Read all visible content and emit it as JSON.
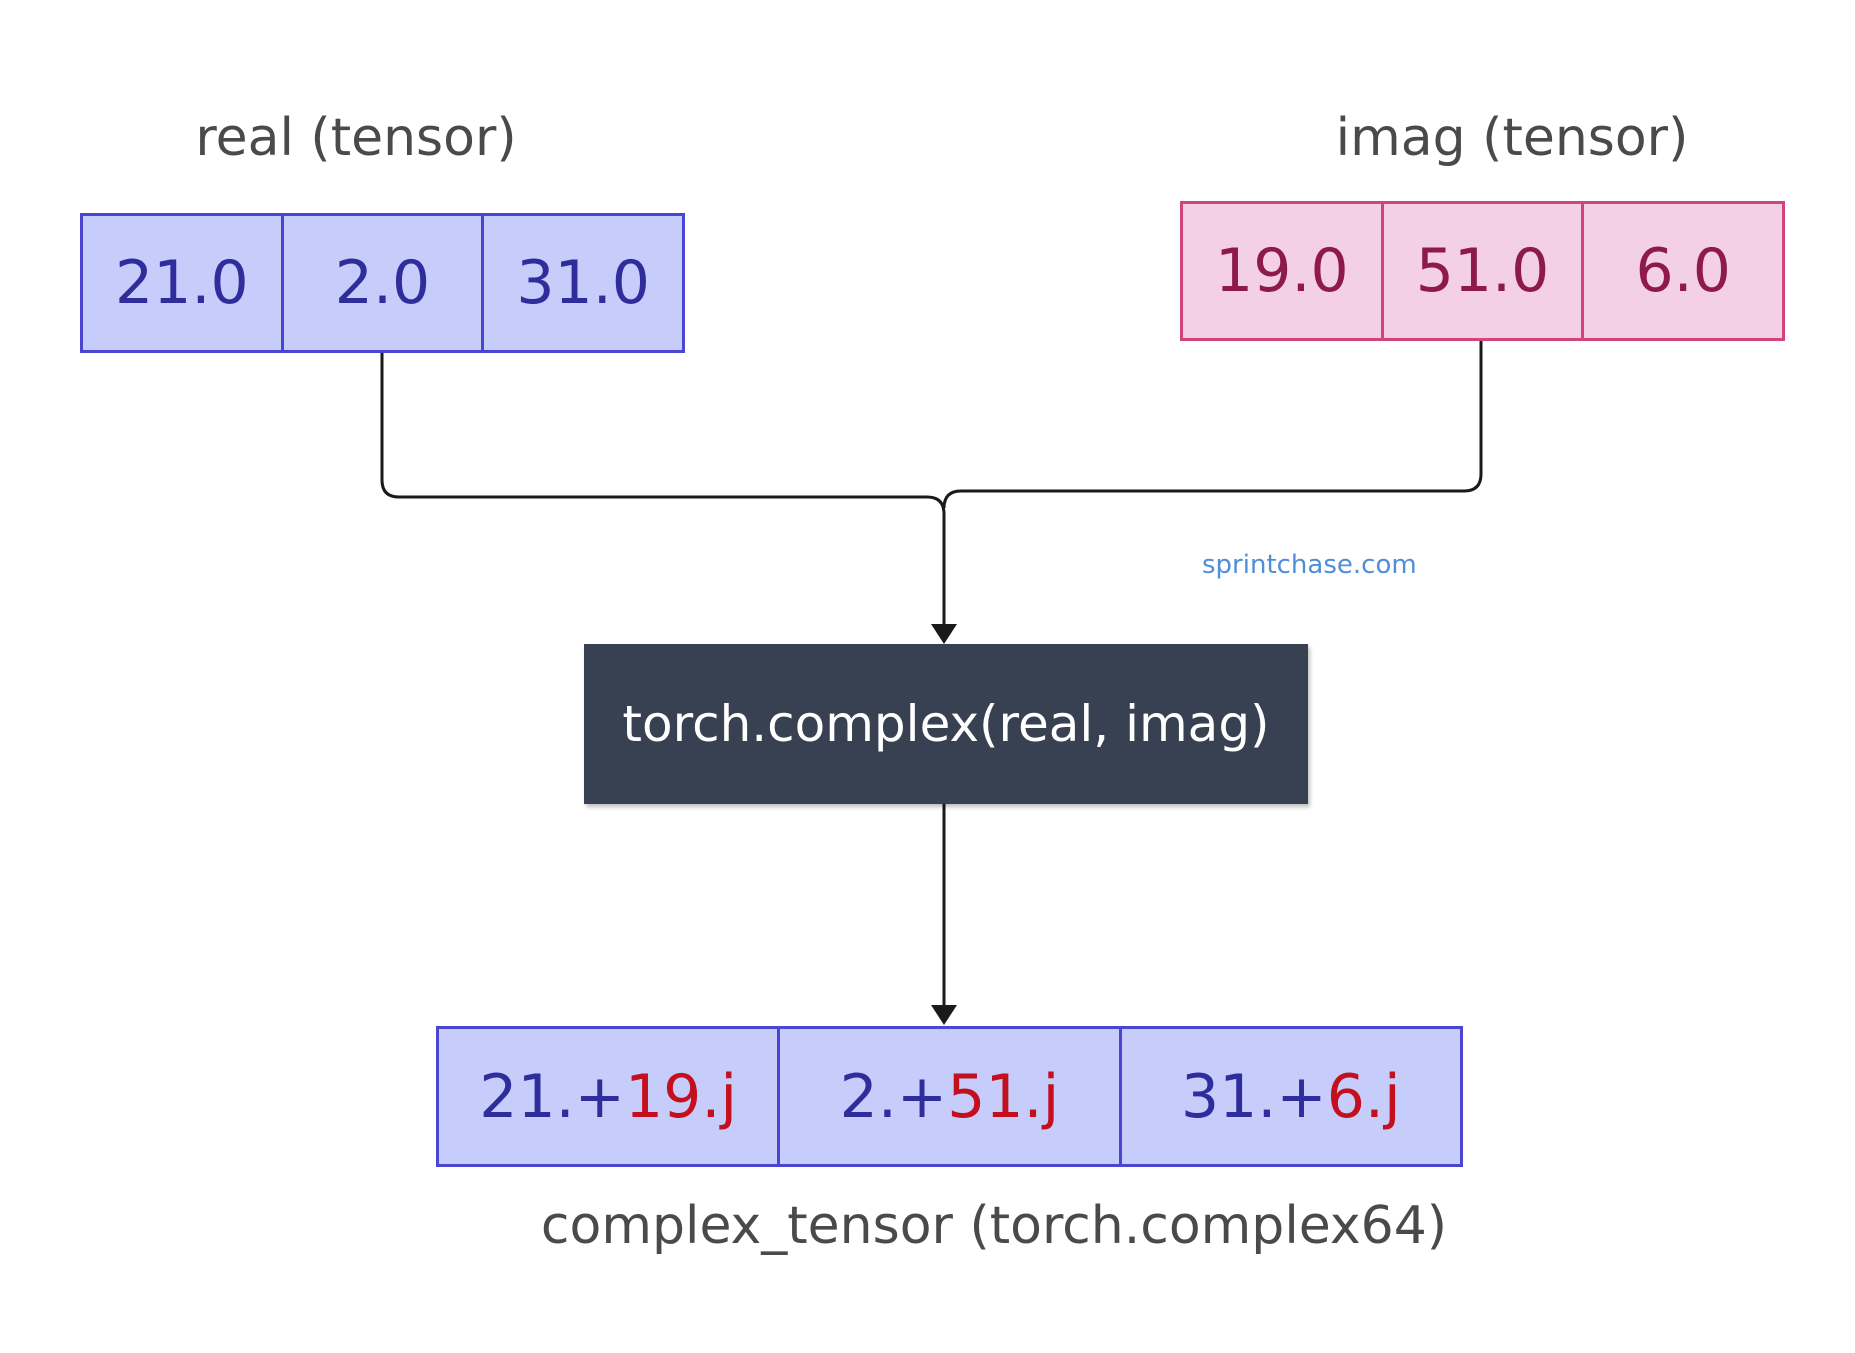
{
  "real": {
    "label": "real (tensor)",
    "values": [
      "21.0",
      "2.0",
      "31.0"
    ]
  },
  "imag": {
    "label": "imag (tensor)",
    "values": [
      "19.0",
      "51.0",
      "6.0"
    ]
  },
  "operation": {
    "label": "torch.complex(real, imag)"
  },
  "result": {
    "label": "complex_tensor (torch.complex64)",
    "cells": [
      {
        "real": "21.+",
        "imag": "19.j"
      },
      {
        "real": "2.+",
        "imag": "51.j"
      },
      {
        "real": "31.+",
        "imag": "6.j"
      }
    ]
  },
  "watermark": "sprintchase.com",
  "colors": {
    "real_fill": "#c6cdfa",
    "real_stroke": "#4b45d4",
    "real_text": "#2f2c9c",
    "imag_fill": "#f3d0e5",
    "imag_stroke": "#d0457c",
    "imag_text": "#8e1a48",
    "result_imag_text": "#c4101e",
    "op_fill": "#374151",
    "op_text": "#ffffff",
    "watermark": "#4f8fd8"
  }
}
